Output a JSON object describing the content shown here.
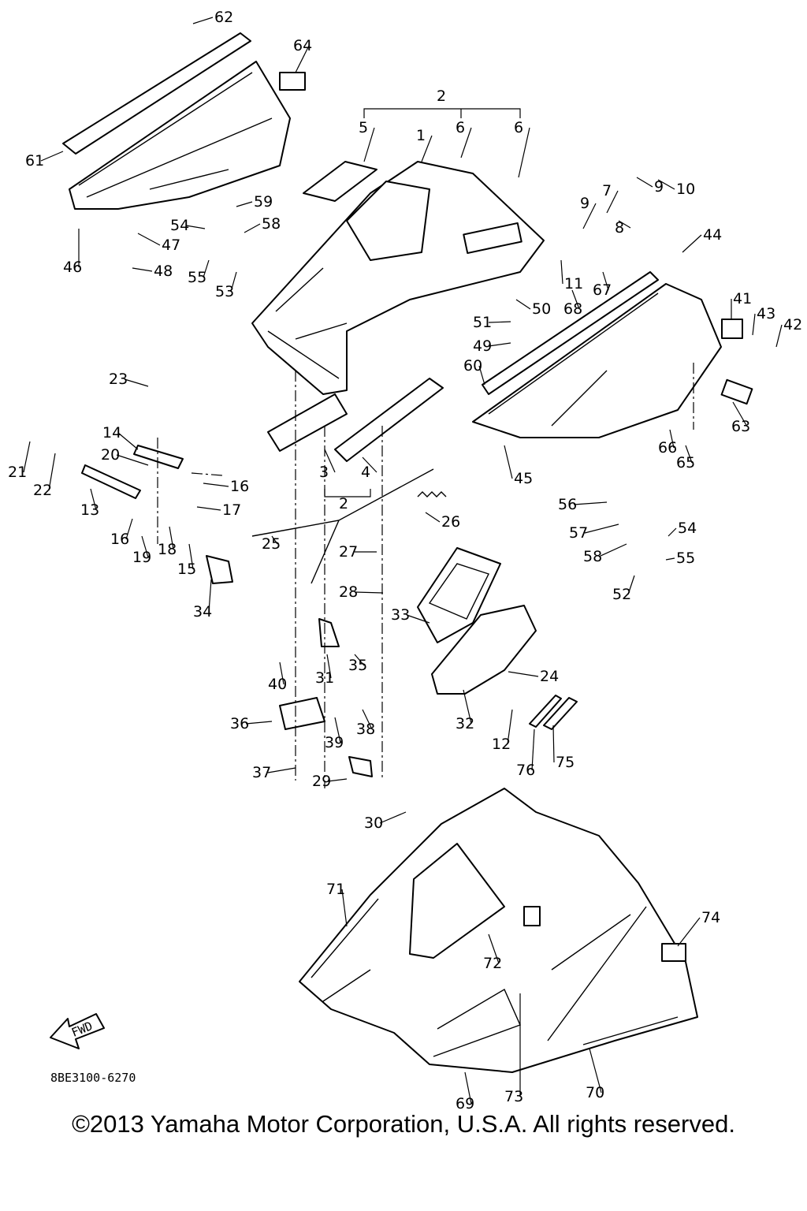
{
  "diagram": {
    "drawing_code": "8BE3100-6270",
    "fwd_label": "FWD",
    "copyright": "©2013 Yamaha Motor Corporation, U.S.A. All rights reserved.",
    "callouts": [
      "1",
      "2",
      "2",
      "3",
      "4",
      "5",
      "6",
      "6",
      "7",
      "8",
      "9",
      "9",
      "10",
      "11",
      "12",
      "13",
      "14",
      "15",
      "16",
      "16",
      "17",
      "18",
      "19",
      "20",
      "21",
      "22",
      "23",
      "24",
      "25",
      "26",
      "27",
      "28",
      "29",
      "30",
      "31",
      "32",
      "33",
      "34",
      "35",
      "36",
      "37",
      "38",
      "39",
      "40",
      "41",
      "42",
      "43",
      "44",
      "45",
      "46",
      "47",
      "48",
      "49",
      "50",
      "51",
      "52",
      "53",
      "54",
      "54",
      "55",
      "55",
      "56",
      "57",
      "58",
      "58",
      "59",
      "60",
      "61",
      "62",
      "63",
      "64",
      "65",
      "66",
      "67",
      "68",
      "69",
      "70",
      "71",
      "72",
      "73",
      "74",
      "75",
      "76"
    ]
  }
}
